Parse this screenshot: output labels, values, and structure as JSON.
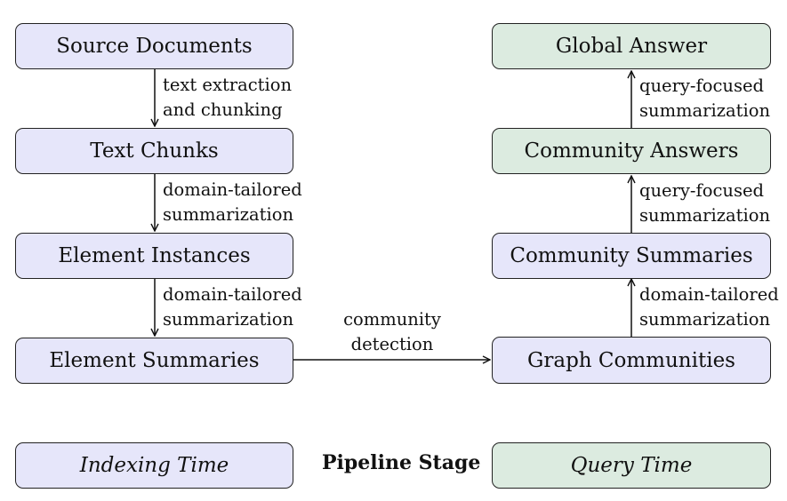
{
  "nodes": {
    "source_documents": "Source Documents",
    "text_chunks": "Text Chunks",
    "element_instances": "Element Instances",
    "element_summaries": "Element Summaries",
    "graph_communities": "Graph Communities",
    "community_summaries": "Community Summaries",
    "community_answers": "Community Answers",
    "global_answer": "Global Answer"
  },
  "edges": {
    "text_extraction": [
      "text extraction",
      "and chunking"
    ],
    "domain_tailored_1": [
      "domain-tailored",
      "summarization"
    ],
    "domain_tailored_2": [
      "domain-tailored",
      "summarization"
    ],
    "community_detection": [
      "community",
      "detection"
    ],
    "domain_tailored_3": [
      "domain-tailored",
      "summarization"
    ],
    "query_focused_1": [
      "query-focused",
      "summarization"
    ],
    "query_focused_2": [
      "query-focused",
      "summarization"
    ]
  },
  "legend": {
    "indexing_time": "Indexing Time",
    "pipeline_stage": "Pipeline Stage",
    "query_time": "Query Time"
  },
  "colors": {
    "indexing_fill": "#e6e6fa",
    "query_fill": "#dcebe0",
    "stroke": "#222222"
  }
}
